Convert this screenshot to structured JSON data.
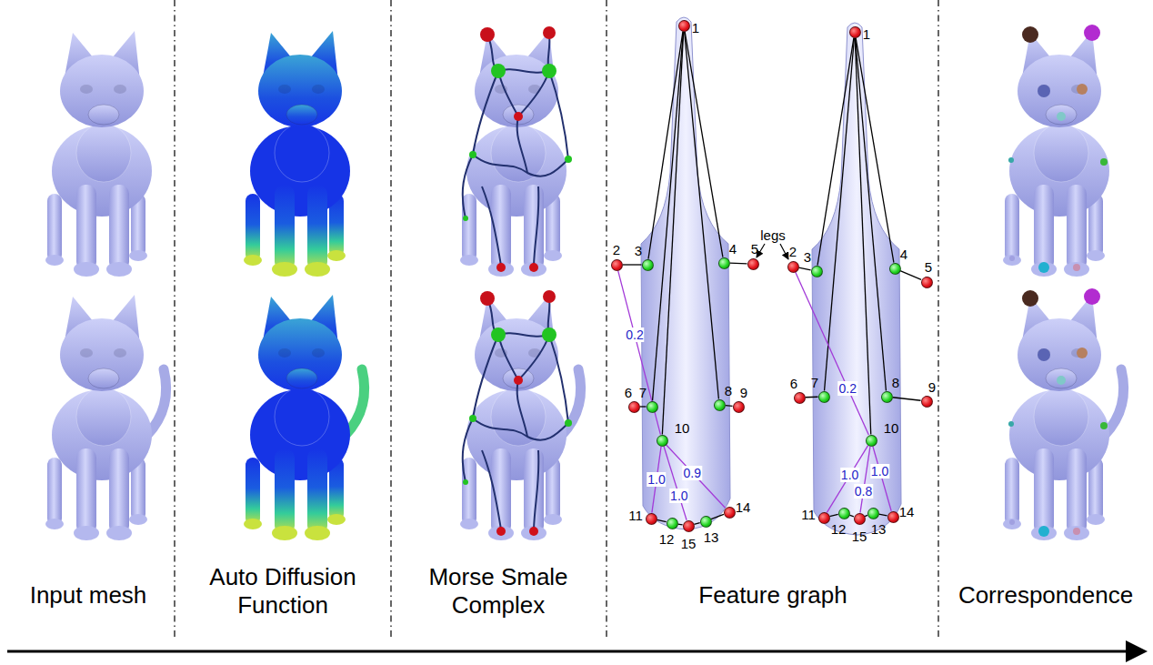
{
  "diagram": {
    "nodes": [
      {
        "text": [
          "1"
        ]
      },
      {
        "text": [
          "2"
        ]
      },
      {
        "text": [
          "3"
        ]
      },
      {
        "text": [
          "4"
        ]
      },
      {
        "text": [
          "5"
        ]
      },
      {
        "text": [
          "6"
        ]
      },
      {
        "text": [
          "7"
        ]
      },
      {
        "text": [
          "8"
        ]
      },
      {
        "text": [
          "9"
        ]
      },
      {
        "text": [
          "10"
        ]
      },
      {
        "text": [
          "11"
        ]
      },
      {
        "text": [
          "12"
        ]
      },
      {
        "text": [
          "13"
        ]
      },
      {
        "text": [
          "14"
        ]
      },
      {
        "text": [
          "15"
        ]
      },
      {
        "text": [
          "1"
        ]
      },
      {
        "text": [
          "2"
        ]
      },
      {
        "text": [
          "3"
        ]
      },
      {
        "text": [
          "4"
        ]
      },
      {
        "text": [
          "5"
        ]
      },
      {
        "text": [
          "6"
        ]
      },
      {
        "text": [
          "7"
        ]
      },
      {
        "text": [
          "8"
        ]
      },
      {
        "text": [
          "9"
        ]
      },
      {
        "text": [
          "10"
        ]
      },
      {
        "text": [
          "11"
        ]
      },
      {
        "text": [
          "12"
        ]
      },
      {
        "text": [
          "13"
        ]
      },
      {
        "text": [
          "14"
        ]
      },
      {
        "text": [
          "15"
        ]
      }
    ],
    "edges": [
      {
        "from": 0,
        "to": 2,
        "arrow": "none"
      },
      {
        "from": 0,
        "to": 3,
        "arrow": "none"
      },
      {
        "from": 0,
        "to": 6,
        "arrow": "none"
      },
      {
        "from": 0,
        "to": 7,
        "arrow": "none"
      },
      {
        "from": 0,
        "to": 9,
        "arrow": "none"
      },
      {
        "from": 1,
        "to": 2,
        "arrow": "none"
      },
      {
        "from": 3,
        "to": 4,
        "arrow": "none"
      },
      {
        "from": 5,
        "to": 6,
        "arrow": "none"
      },
      {
        "from": 7,
        "to": 8,
        "arrow": "none"
      },
      {
        "from": 10,
        "to": 11,
        "arrow": "none"
      },
      {
        "from": 11,
        "to": 14,
        "arrow": "none"
      },
      {
        "from": 14,
        "to": 12,
        "arrow": "none"
      },
      {
        "from": 12,
        "to": 13,
        "arrow": "none"
      },
      {
        "from": 1,
        "to": 9,
        "arrow": "none",
        "label": "0.2"
      },
      {
        "from": 9,
        "to": 10,
        "arrow": "none",
        "label": "1.0"
      },
      {
        "from": 9,
        "to": 14,
        "arrow": "none",
        "label": "1.0"
      },
      {
        "from": 9,
        "to": 13,
        "arrow": "none",
        "label": "0.9"
      },
      {
        "from": 15,
        "to": 17,
        "arrow": "none"
      },
      {
        "from": 15,
        "to": 18,
        "arrow": "none"
      },
      {
        "from": 15,
        "to": 21,
        "arrow": "none"
      },
      {
        "from": 15,
        "to": 22,
        "arrow": "none"
      },
      {
        "from": 15,
        "to": 24,
        "arrow": "none"
      },
      {
        "from": 16,
        "to": 17,
        "arrow": "none"
      },
      {
        "from": 18,
        "to": 19,
        "arrow": "none"
      },
      {
        "from": 20,
        "to": 21,
        "arrow": "none"
      },
      {
        "from": 22,
        "to": 23,
        "arrow": "none"
      },
      {
        "from": 25,
        "to": 26,
        "arrow": "none"
      },
      {
        "from": 26,
        "to": 29,
        "arrow": "none"
      },
      {
        "from": 29,
        "to": 27,
        "arrow": "none"
      },
      {
        "from": 27,
        "to": 28,
        "arrow": "none"
      },
      {
        "from": 16,
        "to": 24,
        "arrow": "none",
        "label": "0.2"
      },
      {
        "from": 24,
        "to": 25,
        "arrow": "none",
        "label": "1.0"
      },
      {
        "from": 24,
        "to": 29,
        "arrow": "none",
        "label": "0.8"
      },
      {
        "from": 24,
        "to": 28,
        "arrow": "none",
        "label": "1.0"
      }
    ],
    "labels": [
      "Input mesh",
      "Auto Diffusion Function",
      "Morse Smale Complex",
      "legs",
      "Feature graph",
      "Correspondence"
    ]
  }
}
